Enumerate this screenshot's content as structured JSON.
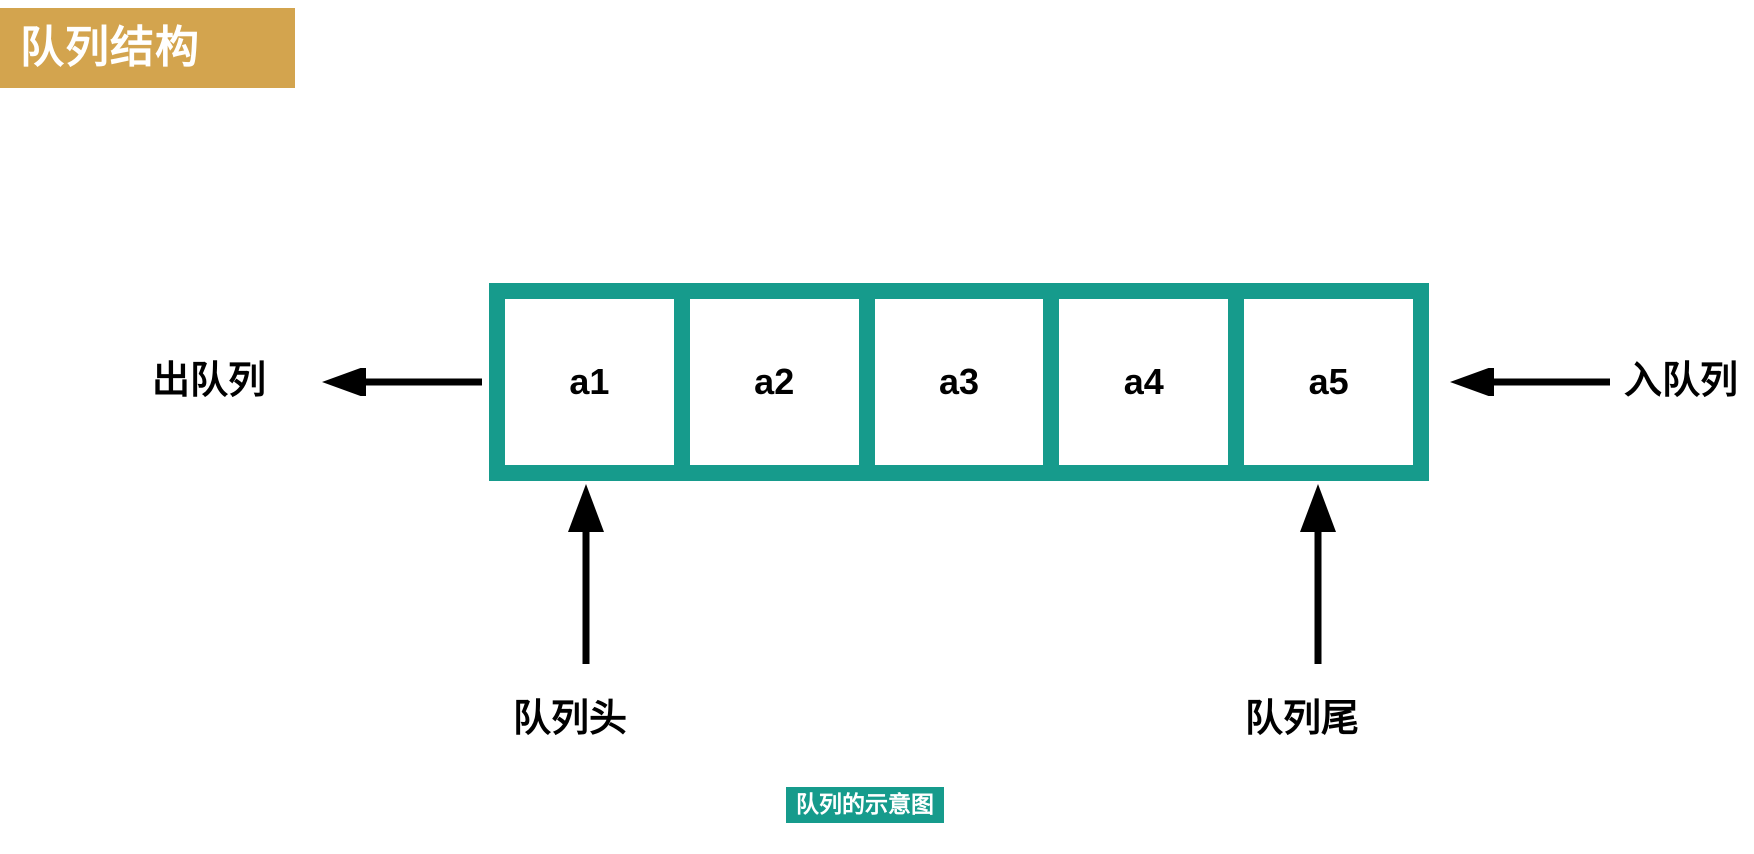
{
  "title": {
    "text": "队列结构",
    "banner_color": "#d3a44e",
    "text_color": "#ffffff"
  },
  "diagram": {
    "type": "queue-structure",
    "accent_color": "#169b8c",
    "cells": [
      {
        "label": "a1"
      },
      {
        "label": "a2"
      },
      {
        "label": "a3"
      },
      {
        "label": "a4"
      },
      {
        "label": "a5"
      }
    ],
    "left": {
      "label": "出队列",
      "arrow_icon": "arrow-left-icon",
      "arrow_direction": "left"
    },
    "right": {
      "label": "入队列",
      "arrow_icon": "arrow-left-icon",
      "arrow_direction": "left"
    },
    "pointers": [
      {
        "label": "队列头",
        "arrow_icon": "arrow-up-icon",
        "arrow_direction": "up",
        "targets_cell": "a1"
      },
      {
        "label": "队列尾",
        "arrow_icon": "arrow-up-icon",
        "arrow_direction": "up",
        "targets_cell": "a5"
      }
    ]
  },
  "caption": {
    "text": "队列的示意图",
    "background_color": "#169b8c",
    "text_color": "#ffffff"
  }
}
